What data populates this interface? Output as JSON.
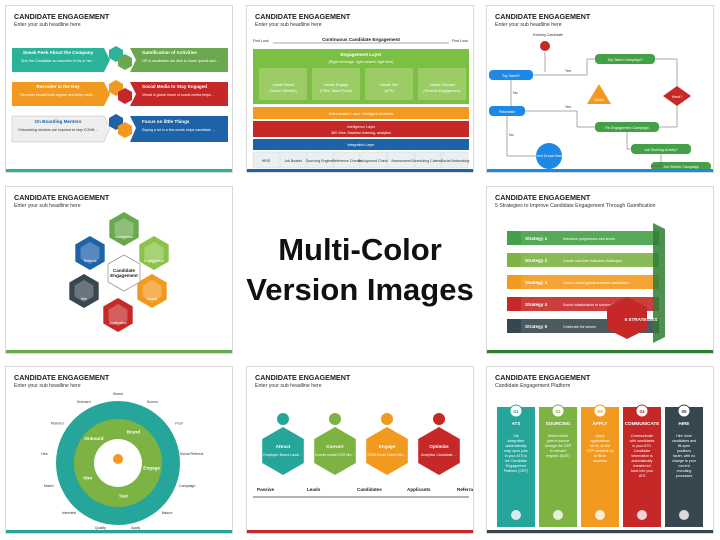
{
  "headline": [
    "Multi-Color",
    "Version Images"
  ],
  "common": {
    "title": "CANDIDATE ENGAGEMENT",
    "subtitle": "Enter your sub headline here"
  },
  "colors": {
    "green": "#6aa84f",
    "red": "#c62828",
    "blue": "#1e63a8",
    "orange": "#f29a1f",
    "teal": "#2bb39a",
    "navy": "#37474f",
    "lime": "#8bc34a"
  },
  "slide1": {
    "items": [
      {
        "title": "Sneak Peek About the Company",
        "text": "Give the Candidate an overview of his or her possible growth curve and the opportunities within the company"
      },
      {
        "title": "Gamification of Activities",
        "text": "HR & candidates are able to share quests and achievements while completing tasks"
      },
      {
        "title": "Recruiter is the Key",
        "text": "Recruiter should build rapport and keep candidates engaged through the process"
      },
      {
        "title": "Social Media to Stay Engaged",
        "text": "Virtual & global reach of social media helps in staying connected with prospects"
      },
      {
        "title": "On Boarding Mentors",
        "text": "Onboarding mentors are required to stay CONNECTED & ENGAGED with the candidates to build the excitement right from the pitch"
      },
      {
        "title": "Focus on little Things",
        "text": "Saying a lot in a few words helps candidate relate and creates a positive impression"
      }
    ]
  },
  "slide2": {
    "first_look_left": "First Look",
    "first_look_right": "First Look",
    "top": "Continuous Candidate Engagement",
    "engagement_layer": "Engagement Layer",
    "engagement_sub": "(Right message, right content, right time)",
    "boxes": [
      "Jobsite Brand",
      "Jobsite Engage",
      "Jobsite Hire",
      "Jobsite Onboard"
    ],
    "box_subs": [
      "(Career Website)",
      "(CRM, Talent Pools)",
      "(ATS)",
      "(Reverse Engagement)"
    ],
    "orchestration": "Orchestration Layer: Intelligent Workflow",
    "intelligence": "Intelligence Layer",
    "intelligence_sub": "360 View, Machine learning, analytics",
    "integration": "Integration Layer",
    "bottom": [
      "HRIS",
      "Job Boards",
      "Sourcing Engines",
      "Reference Checks",
      "Background Checks",
      "Assessment",
      "Scheduling Calendar",
      "Social Networking"
    ]
  },
  "slide3": {
    "start": "Existing Candidate",
    "q1": "Top Talent?",
    "campaign1": "Top Talent Campaign?",
    "q2": "Placeable",
    "retire": "Retire",
    "hired": "Hired?",
    "campaign2": "Re-Engagement Campaign",
    "seeking": "Job Seeking Activity?",
    "nurture": "Nurture Drops Handoff",
    "campaign3": "Job Seeker Campaign",
    "yes": "Yes",
    "no": "No"
  },
  "slide4": {
    "center": "Candidate Engagement",
    "items": [
      "Awareness",
      "Engagement",
      "Invest",
      "Application",
      "Hire",
      "Referral"
    ]
  },
  "slide6": {
    "subtitle": "5 Strategies to Improve Candidate Engagement Through Gamification",
    "strategies": [
      {
        "label": "Strategy 1",
        "text": "Introduce progression and levels"
      },
      {
        "label": "Strategy 2",
        "text": "Create real-time business challenges"
      },
      {
        "label": "Strategy 3",
        "text": "Unlock virtual goods-enhance candidates' playfield"
      },
      {
        "label": "Strategy 4",
        "text": "Social collaboration to scoring & feedback"
      },
      {
        "label": "Strategy 5",
        "text": "Celebrate the winner"
      }
    ],
    "badge": "5 STRATEGIES"
  },
  "slide7": {
    "outer": [
      "Brand",
      "Source",
      "Pool",
      "Social Referral",
      "Campaign",
      "Nature",
      "Apply",
      "Quality",
      "Interview",
      "Match",
      "Hire",
      "Prebord",
      "Onboard"
    ],
    "inner": [
      "Onboard",
      "Brand",
      "Engage",
      "Test",
      "Hire"
    ]
  },
  "slide8": {
    "hexes": [
      "Attract",
      "Convert",
      "Engage",
      "Optimize"
    ],
    "hex_subs": [
      "Employer Brand Landing Pages SEO",
      "Events Inmail CSR Mobile",
      "CRM Email Talent Network",
      "Analytics Candidate Experience NPS"
    ],
    "stages": [
      "Passive",
      "Leads",
      "Candidates",
      "Applicants",
      "Referrals"
    ]
  },
  "slide9": {
    "subtitle": "Candidate Engagement Platform",
    "cols": [
      {
        "num": "01",
        "name": "ATS",
        "text": "Via integration automatically map open jobs in your ATS to the Candidate Engagement Platform (CEP)"
      },
      {
        "num": "02",
        "name": "SOURCING",
        "text": "Select which jobs to source through the CEP in relevant engines (SOE)"
      },
      {
        "num": "03",
        "name": "APPLY",
        "text": "Apply applications hit us, as the CEP converts up to fill on resumes"
      },
      {
        "num": "04",
        "name": "COMMUNICATE",
        "text": "Communicate with candidates in your ATS. Candidate information is automatically transferred back into your ATS"
      },
      {
        "num": "05",
        "name": "HIRE",
        "text": "Hire more candidates and fill open positions faster, with no change to your current recruiting processes"
      }
    ]
  }
}
